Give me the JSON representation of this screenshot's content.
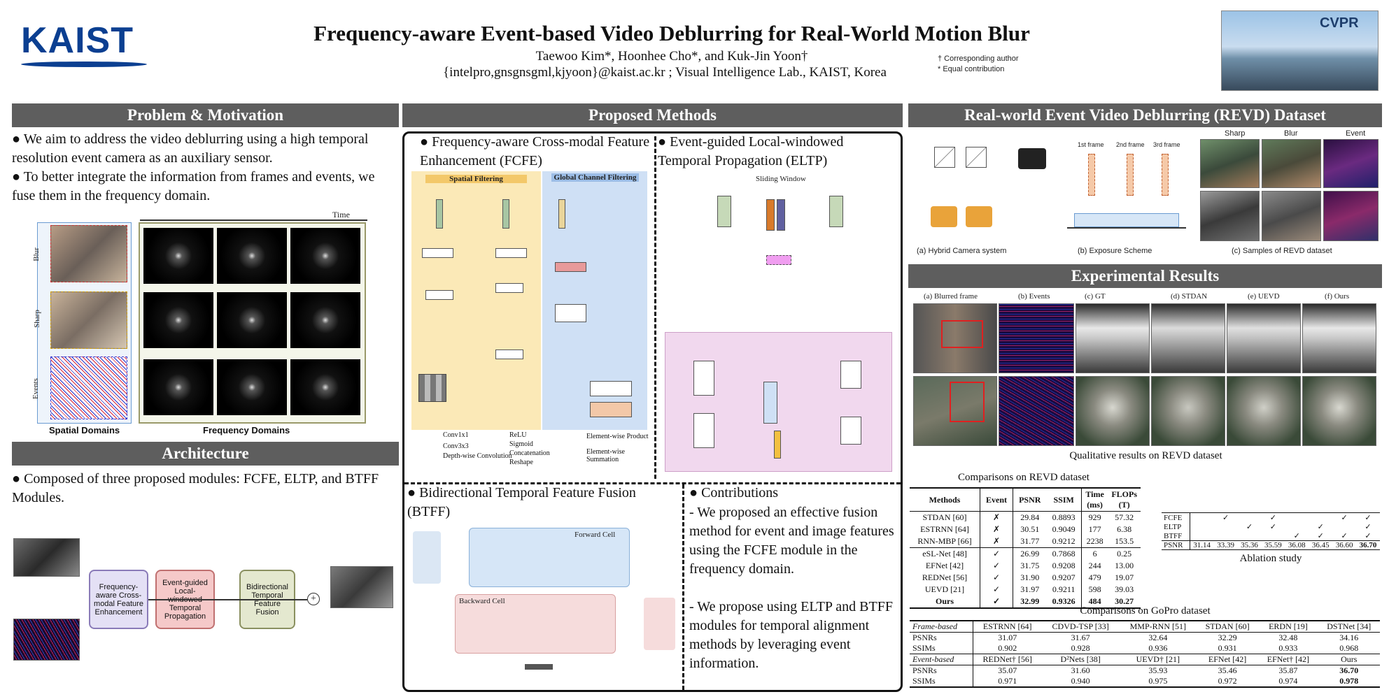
{
  "header": {
    "logo": "KAIST",
    "title": "Frequency-aware Event-based Video Deblurring for Real-World Motion Blur",
    "authors": "Taewoo Kim*, Hoonhee Cho*, and Kuk-Jin Yoon†",
    "emails": "{intelpro,gnsgnsgml,kjyoon}@kaist.ac.kr ; Visual Intelligence Lab., KAIST, Korea",
    "note1": "† Corresponding author",
    "note2": "* Equal contribution",
    "conf_badge": "CVPR"
  },
  "problem": {
    "heading": "Problem & Motivation",
    "bullet1": "● We aim to address the video deblurring using a high temporal resolution event camera as an auxiliary sensor.",
    "bullet2": "● To better integrate the information from frames and events, we fuse them in the frequency domain.",
    "time_label": "Time",
    "row_labels": [
      "Blur",
      "Sharp",
      "Events"
    ],
    "spatial_caption": "Spatial Domains",
    "frequency_caption": "Frequency Domains"
  },
  "architecture": {
    "heading": "Architecture",
    "bullet": "● Composed of three proposed modules: FCFE, ELTP, and BTFF Modules.",
    "module1": "Frequency-aware Cross-modal Feature Enhancement",
    "module2": "Event-guided Local-windowed Temporal Propagation",
    "module3": "Bidirectional Temporal Feature Fusion"
  },
  "methods": {
    "heading": "Proposed Methods",
    "fcfe_title": "● Frequency-aware Cross-modal Feature Enhancement (FCFE)",
    "eltp_title": "● Event-guided Local-windowed Temporal Propagation (ELTP)",
    "btff_title": "● Bidirectional Temporal Feature Fusion (BTFF)",
    "spatial_filtering": "Spatial Filtering",
    "global_filtering": "Global Channel Filtering",
    "sliding_window": "Sliding Window",
    "forward_cell": "Forward Cell",
    "backward_cell": "Backward Cell",
    "legend": [
      "Conv1x1",
      "Conv3x3",
      "Depth-wise Convolution",
      "ReLU",
      "Sigmoid",
      "Concatenation",
      "Reshape",
      "Element-wise Product",
      "Element-wise Summation"
    ],
    "contrib_title": "● Contributions",
    "contrib1": "- We proposed an effective fusion method for event and image features using the FCFE module in the frequency domain.",
    "contrib2": "- We propose using ELTP and BTFF modules for temporal alignment methods by leveraging event information."
  },
  "dataset": {
    "heading": "Real-world Event Video Deblurring (REVD) Dataset",
    "cap_a": "(a) Hybrid Camera system",
    "cap_b": "(b) Exposure Scheme",
    "cap_c": "(c) Samples of REVD dataset",
    "sample_cols": [
      "Sharp",
      "Blur",
      "Event"
    ],
    "frames": [
      "1st frame",
      "2nd frame",
      "3rd frame"
    ]
  },
  "results": {
    "heading": "Experimental Results",
    "qual_cols": [
      "(a) Blurred frame",
      "(b) Events",
      "(c) GT",
      "(d) STDAN",
      "(e) UEVD",
      "(f) Ours"
    ],
    "qual_caption": "Qualitative results on REVD dataset",
    "revd_caption": "Comparisons on REVD dataset",
    "revd_header": [
      "Methods",
      "Event",
      "PSNR",
      "SSIM",
      "Time (ms)",
      "FLOPs (T)"
    ],
    "revd_rows": [
      [
        "STDAN [60]",
        "✗",
        "29.84",
        "0.8893",
        "929",
        "57.32"
      ],
      [
        "ESTRNN [64]",
        "✗",
        "30.51",
        "0.9049",
        "177",
        "6.38"
      ],
      [
        "RNN-MBP [66]",
        "✗",
        "31.77",
        "0.9212",
        "2238",
        "153.5"
      ],
      [
        "eSL-Net [48]",
        "✓",
        "26.99",
        "0.7868",
        "6",
        "0.25"
      ],
      [
        "EFNet [42]",
        "✓",
        "31.75",
        "0.9208",
        "244",
        "13.00"
      ],
      [
        "REDNet [56]",
        "✓",
        "31.90",
        "0.9207",
        "479",
        "19.07"
      ],
      [
        "UEVD [21]",
        "✓",
        "31.97",
        "0.9211",
        "598",
        "39.03"
      ],
      [
        "Ours",
        "✓",
        "32.99",
        "0.9326",
        "484",
        "30.27"
      ]
    ],
    "ablation_rows": [
      "FCFE",
      "ELTP",
      "BTFF",
      "PSNR"
    ],
    "ablation_psnr": [
      "31.14",
      "33.39",
      "35.36",
      "35.59",
      "36.08",
      "36.45",
      "36.60",
      "36.70"
    ],
    "ablation_caption": "Ablation study",
    "gopro_caption": "Comparisons on GoPro dataset",
    "gopro_frame_header": [
      "Frame-based",
      "ESTRNN [64]",
      "CDVD-TSP [33]",
      "MMP-RNN [51]",
      "STDAN [60]",
      "ERDN [19]",
      "DSTNet [34]"
    ],
    "gopro_frame_psnr": [
      "PSNRs",
      "31.07",
      "31.67",
      "32.64",
      "32.29",
      "32.48",
      "34.16"
    ],
    "gopro_frame_ssim": [
      "SSIMs",
      "0.902",
      "0.928",
      "0.936",
      "0.931",
      "0.933",
      "0.968"
    ],
    "gopro_event_header": [
      "Event-based",
      "REDNet† [56]",
      "D²Nets [38]",
      "UEVD† [21]",
      "EFNet [42]",
      "EFNet† [42]",
      "Ours"
    ],
    "gopro_event_psnr": [
      "PSNRs",
      "35.07",
      "31.60",
      "35.93",
      "35.46",
      "35.87",
      "36.70"
    ],
    "gopro_event_ssim": [
      "SSIMs",
      "0.971",
      "0.940",
      "0.975",
      "0.972",
      "0.974",
      "0.978"
    ]
  },
  "colors": {
    "bar": "#5e5e5e",
    "kaist_blue": "#0b3f91",
    "spatial_bg": "#fbe9b7",
    "global_bg": "#cfe0f5",
    "eltp_bg": "#f1d8ee"
  }
}
